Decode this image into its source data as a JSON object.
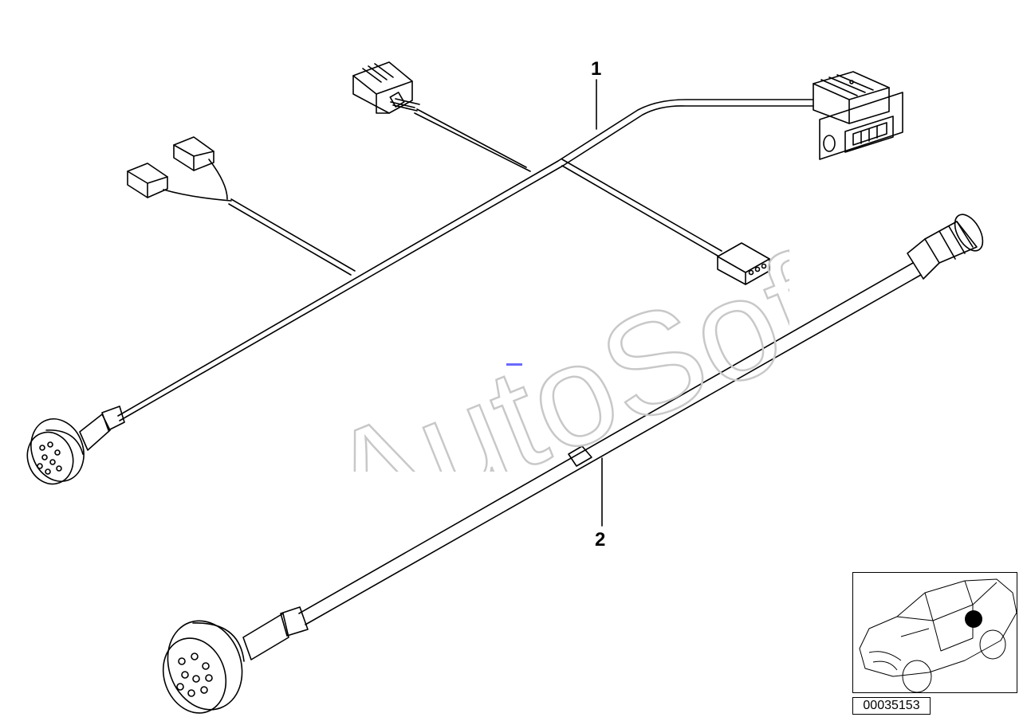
{
  "callouts": {
    "one": "1",
    "two": "2"
  },
  "watermark": {
    "text": "AutoSoft"
  },
  "part_number": "00035153",
  "colors": {
    "line": "#000000",
    "watermark_stroke": "#c8c8c8",
    "locator_dot": "#000000"
  },
  "icons": {
    "locator_car": "car-icon",
    "round_connector": "round-connector-icon",
    "rect_connector": "rect-connector-icon"
  }
}
